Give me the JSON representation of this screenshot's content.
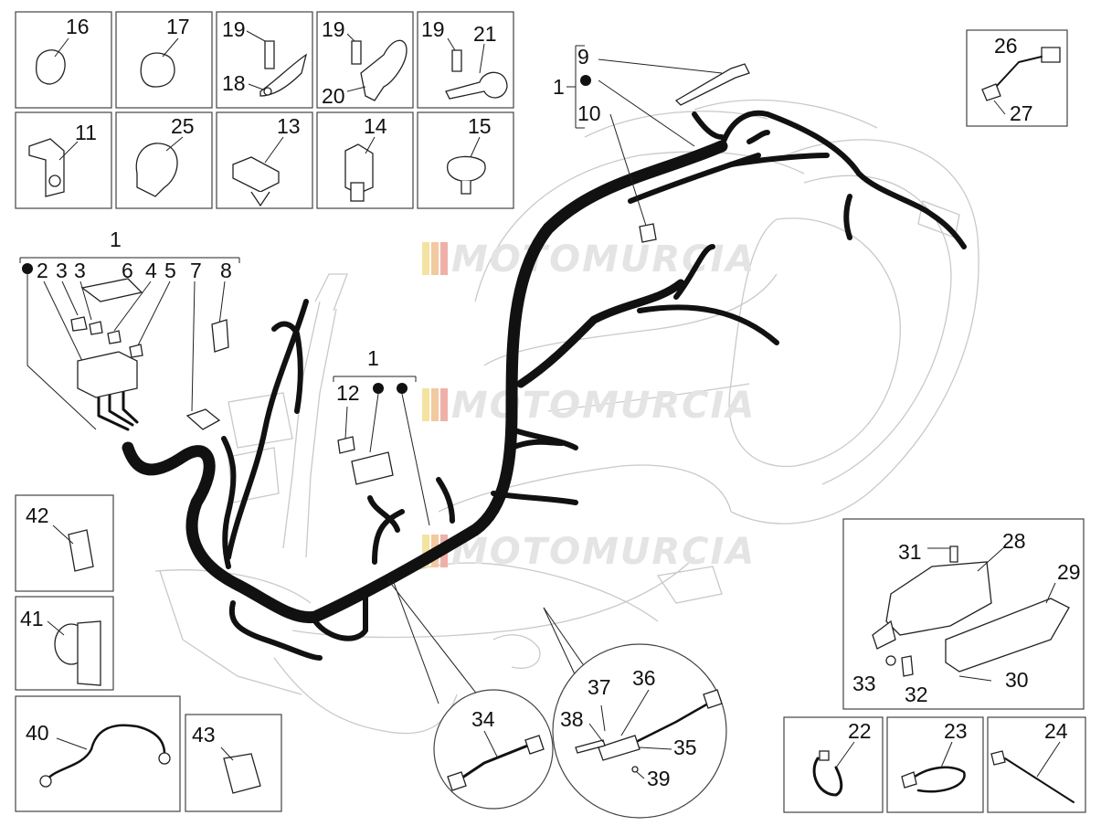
{
  "watermark": {
    "text": "MOTOMURCIA",
    "stripe_colors": [
      "#f2c63a",
      "#e8843a",
      "#d9433b"
    ]
  },
  "colors": {
    "ink": "#111111",
    "frame": "#444444",
    "ghost_body": "#c9c9c9",
    "watermark": "#e4e4e4"
  },
  "labels": {
    "p16": "16",
    "p17": "17",
    "p19a": "19",
    "p18": "18",
    "p19b": "19",
    "p20": "20",
    "p19c": "19",
    "p21": "21",
    "p11": "11",
    "p25": "25",
    "p13": "13",
    "p14": "14",
    "p15": "15",
    "p9": "9",
    "p1_top": "1",
    "p10": "10",
    "p26": "26",
    "p27": "27",
    "p1_left": "1",
    "p2": "2",
    "p3a": "3",
    "p3b": "3",
    "p6": "6",
    "p4": "4",
    "p5": "5",
    "p7": "7",
    "p8": "8",
    "p1_mid": "1",
    "p12": "12",
    "p42": "42",
    "p41": "41",
    "p40": "40",
    "p43": "43",
    "p34": "34",
    "p37": "37",
    "p36": "36",
    "p38": "38",
    "p35": "35",
    "p39": "39",
    "p31": "31",
    "p28": "28",
    "p29": "29",
    "p33": "33",
    "p32": "32",
    "p30": "30",
    "p22": "22",
    "p23": "23",
    "p24": "24"
  }
}
